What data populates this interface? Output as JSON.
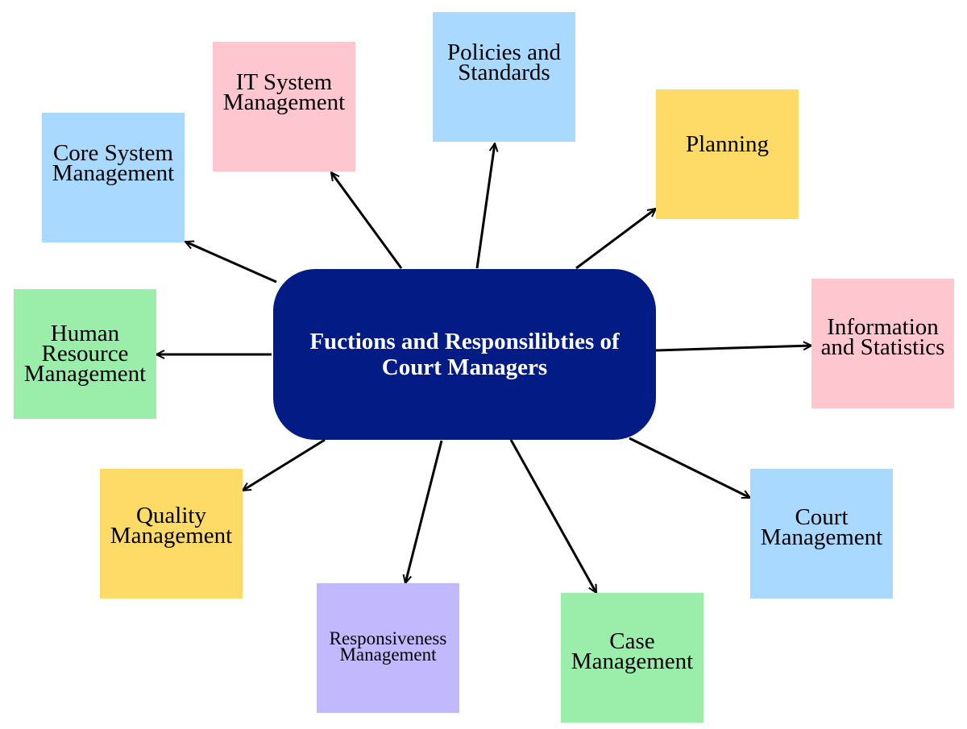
{
  "diagram": {
    "center": {
      "label": "Fuctions and Responsilibties of\nCourt Managers",
      "fill": "#031c85",
      "text_color": "#ffffff"
    },
    "nodes": [
      {
        "id": "core-system",
        "label": "Core System\nManagement",
        "fill": "#a9d9fe"
      },
      {
        "id": "it-system",
        "label": "IT System\nManagement",
        "fill": "#fec6cf"
      },
      {
        "id": "policies",
        "label": "Policies and\nStandards",
        "fill": "#a9d9fe"
      },
      {
        "id": "planning",
        "label": "Planning",
        "fill": "#fedb66"
      },
      {
        "id": "human-resource",
        "label": "Human\nResource\nManagement",
        "fill": "#9bedaa"
      },
      {
        "id": "information",
        "label": "Information\nand Statistics",
        "fill": "#fec6cf"
      },
      {
        "id": "quality",
        "label": "Quality\nManagement",
        "fill": "#fedb66"
      },
      {
        "id": "court",
        "label": "Court\nManagement",
        "fill": "#a9d9fe"
      },
      {
        "id": "responsiveness",
        "label": "Responsiveness\nManagement",
        "fill": "#c1b8fd"
      },
      {
        "id": "case",
        "label": "Case\nManagement",
        "fill": "#9bedaa"
      }
    ],
    "edges": [
      {
        "from": "center",
        "to": "core-system"
      },
      {
        "from": "center",
        "to": "it-system"
      },
      {
        "from": "center",
        "to": "policies"
      },
      {
        "from": "center",
        "to": "planning"
      },
      {
        "from": "center",
        "to": "human-resource"
      },
      {
        "from": "center",
        "to": "information"
      },
      {
        "from": "center",
        "to": "quality"
      },
      {
        "from": "center",
        "to": "court"
      },
      {
        "from": "center",
        "to": "responsiveness"
      },
      {
        "from": "center",
        "to": "case"
      }
    ],
    "arrow_color": "#000000"
  }
}
